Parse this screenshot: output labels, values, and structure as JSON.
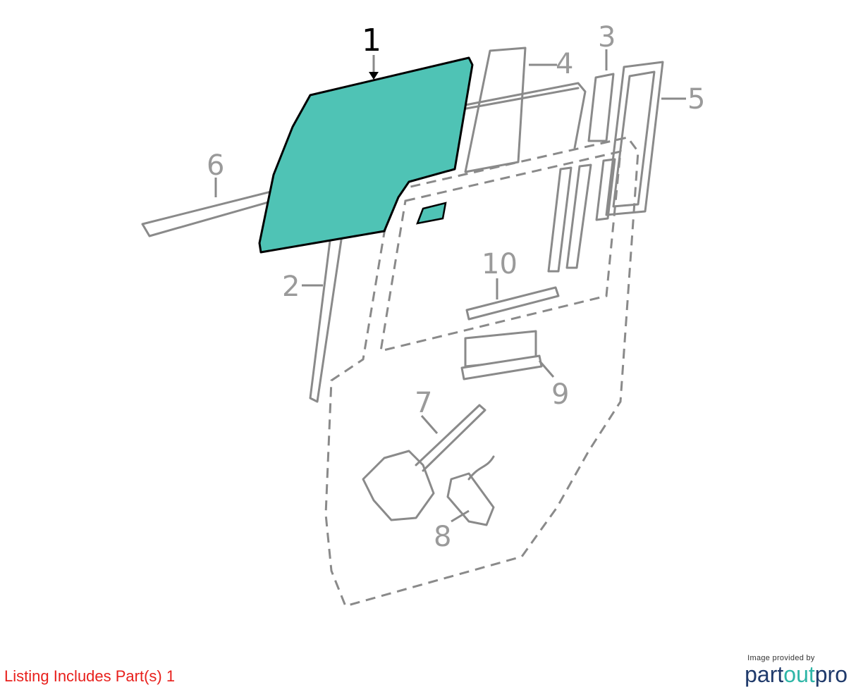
{
  "diagram": {
    "highlight_color": "#4fc3b5",
    "callouts": [
      {
        "id": "1",
        "label": "1",
        "highlighted": true
      },
      {
        "id": "2",
        "label": "2",
        "highlighted": false
      },
      {
        "id": "3",
        "label": "3",
        "highlighted": false
      },
      {
        "id": "4",
        "label": "4",
        "highlighted": false
      },
      {
        "id": "5",
        "label": "5",
        "highlighted": false
      },
      {
        "id": "6",
        "label": "6",
        "highlighted": false
      },
      {
        "id": "7",
        "label": "7",
        "highlighted": false
      },
      {
        "id": "8",
        "label": "8",
        "highlighted": false
      },
      {
        "id": "9",
        "label": "9",
        "highlighted": false
      },
      {
        "id": "10",
        "label": "10",
        "highlighted": false
      }
    ]
  },
  "footer": {
    "listing_text": "Listing Includes Part(s) 1",
    "listing_color": "#e8201c",
    "credit_caption": "Image provided by",
    "brand_part": "part",
    "brand_out": "out",
    "brand_pro": "pro"
  }
}
